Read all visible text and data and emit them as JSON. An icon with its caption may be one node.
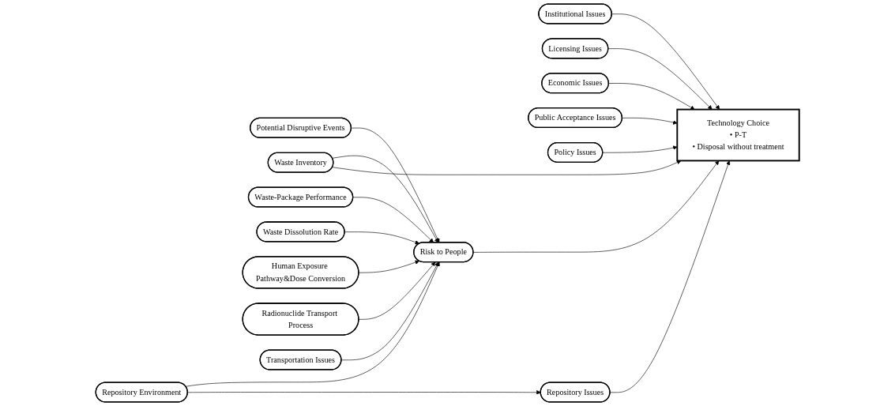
{
  "diagram": {
    "nodes": [
      {
        "text": [
          "Potential Disruptive Events"
        ]
      },
      {
        "text": [
          "Repository Environment"
        ]
      },
      {
        "text": [
          "Repository Issues"
        ]
      },
      {
        "text": [
          "Institutional Issues"
        ]
      },
      {
        "text": [
          "Waste-Package Performance"
        ]
      },
      {
        "text": [
          "Waste Inventory"
        ]
      },
      {
        "text": [
          "Licensing Issues"
        ]
      },
      {
        "text": [
          "Technology Choice",
          "• P-T",
          "• Disposal without treatment"
        ]
      },
      {
        "text": [
          "Economic Issues"
        ]
      },
      {
        "text": [
          "Waste Dissolution Rate"
        ]
      },
      {
        "text": [
          "Risk to People"
        ]
      },
      {
        "text": [
          "Human Exposure Pathway&Dose Conversion"
        ]
      },
      {
        "text": [
          "Public Acceptance Issues"
        ]
      },
      {
        "text": [
          "Radionuclide Transport Process"
        ]
      },
      {
        "text": [
          "Transportation Issues"
        ]
      },
      {
        "text": [
          "Policy Issues"
        ]
      }
    ],
    "edges": [
      {
        "from": 0,
        "to": 10,
        "arrow": "to"
      },
      {
        "from": 1,
        "to": 10,
        "arrow": "to"
      },
      {
        "from": 1,
        "to": 2,
        "arrow": "to"
      },
      {
        "from": 2,
        "to": 7,
        "arrow": "to"
      },
      {
        "from": 3,
        "to": 7,
        "arrow": "to"
      },
      {
        "from": 4,
        "to": 10,
        "arrow": "to"
      },
      {
        "from": 5,
        "to": 10,
        "arrow": "to"
      },
      {
        "from": 5,
        "to": 7,
        "arrow": "to"
      },
      {
        "from": 6,
        "to": 7,
        "arrow": "to"
      },
      {
        "from": 8,
        "to": 7,
        "arrow": "to"
      },
      {
        "from": 9,
        "to": 10,
        "arrow": "to"
      },
      {
        "from": 10,
        "to": 7,
        "arrow": "to"
      },
      {
        "from": 11,
        "to": 10,
        "arrow": "to"
      },
      {
        "from": 13,
        "to": 10,
        "arrow": "to"
      },
      {
        "from": 14,
        "to": 10,
        "arrow": "to"
      },
      {
        "from": 12,
        "to": 7,
        "arrow": "to"
      },
      {
        "from": 15,
        "to": 7,
        "arrow": "to"
      }
    ]
  }
}
